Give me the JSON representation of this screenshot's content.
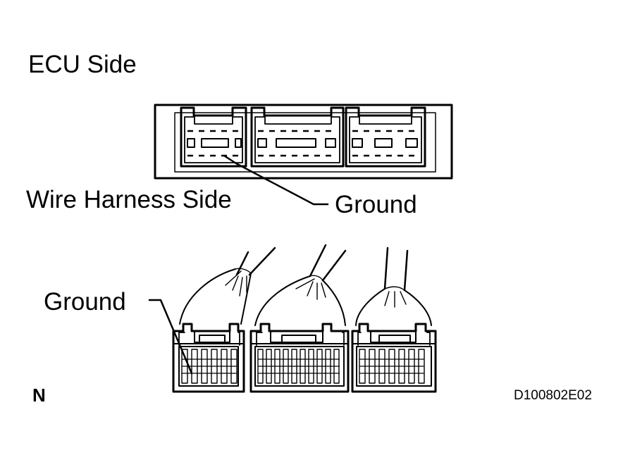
{
  "labels": {
    "ecu_side": "ECU Side",
    "wire_harness_side": "Wire Harness Side",
    "ground_top": "Ground",
    "ground_bottom": "Ground",
    "orientation_mark": "N",
    "figure_code": "D100802E02"
  }
}
